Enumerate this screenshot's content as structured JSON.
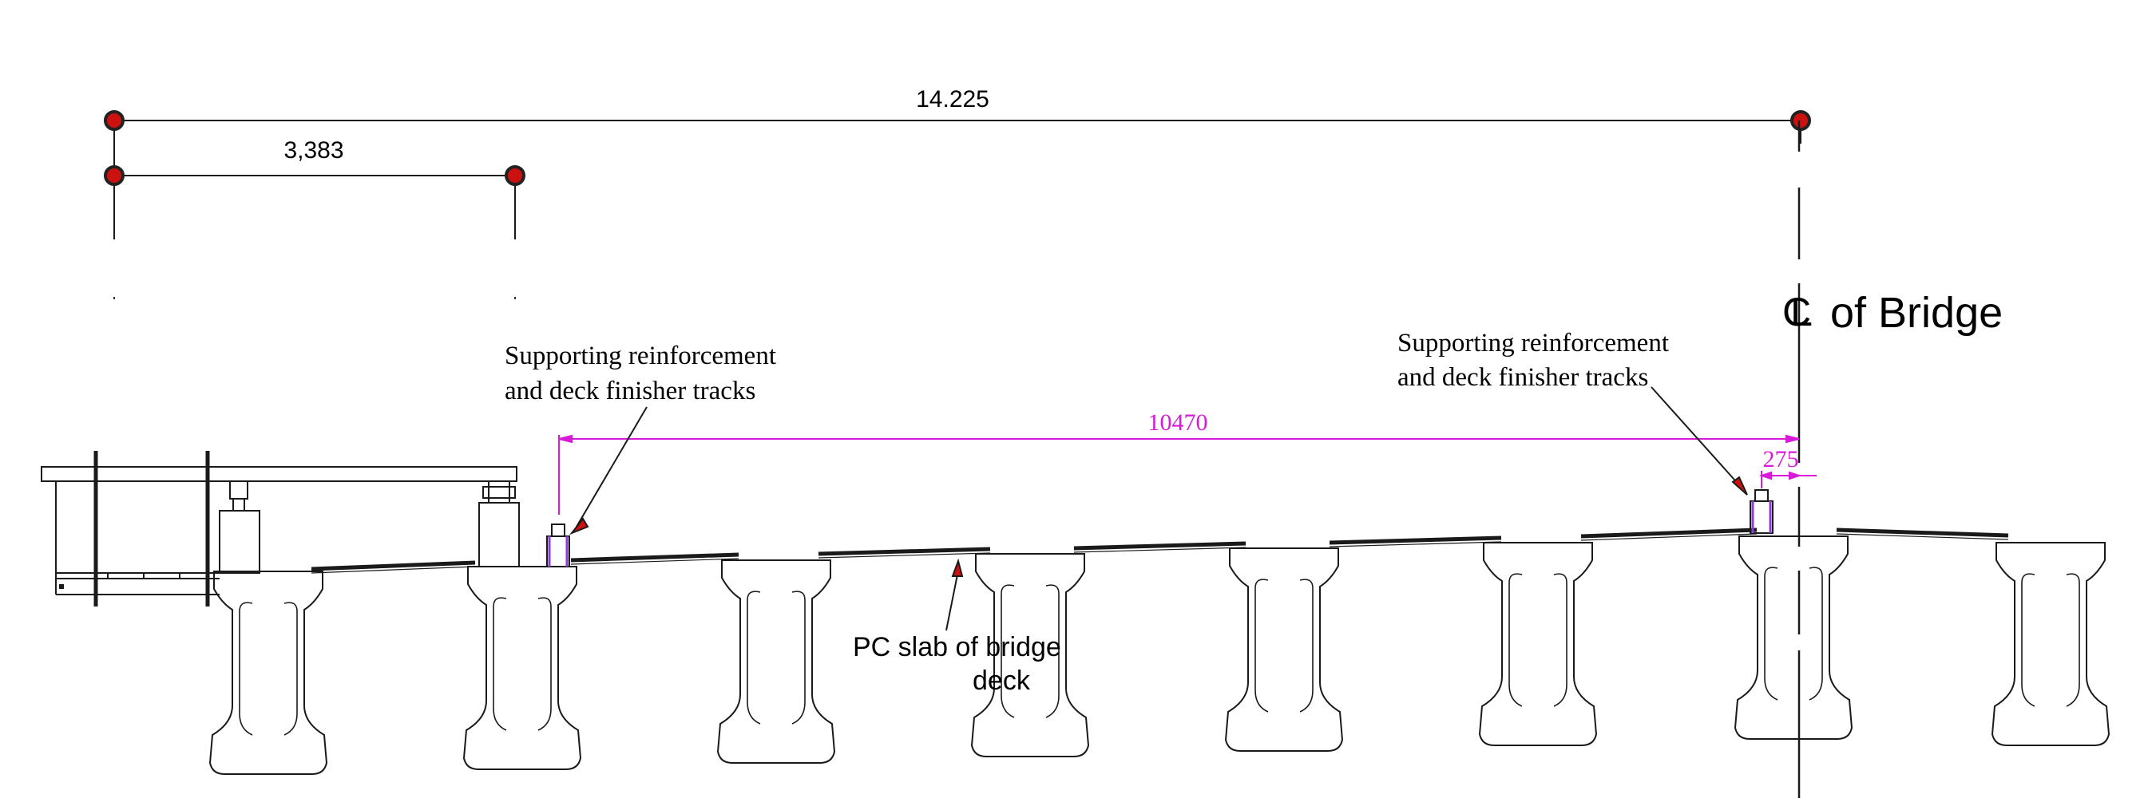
{
  "dimensions": {
    "overall": "14.225",
    "edge_to_first_girder": "3,383",
    "track_to_centerline": "10470",
    "rail_offset": "275"
  },
  "labels": {
    "centerline_symbol": "CL",
    "centerline_text": "of Bridge",
    "left_note_line1": "Supporting reinforcement",
    "left_note_line2": "and deck finisher tracks",
    "right_note_line1": "Supporting reinforcement",
    "right_note_line2": "and deck finisher tracks",
    "slab_note_line1": "PC slab  of bridge",
    "slab_note_line2": "deck"
  },
  "colors": {
    "line": "#1a1a1a",
    "dimension_magenta": "#d81bd8",
    "marker_red": "#cc1111",
    "marker_dark": "#222222"
  }
}
